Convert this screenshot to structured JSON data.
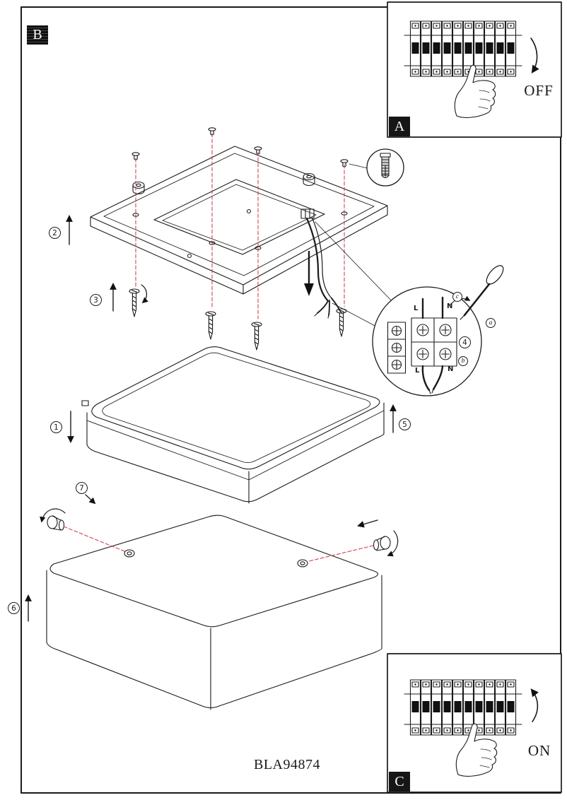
{
  "labels": {
    "b": "B",
    "a": "A",
    "c": "C"
  },
  "insets": {
    "off": "OFF",
    "on": "ON"
  },
  "model": "BLA94874",
  "steps": {
    "s1": "1",
    "s2": "2",
    "s3": "3",
    "s4": "4",
    "s5": "5",
    "s6": "6",
    "s7": "7"
  },
  "wiring": {
    "top_l": "L",
    "top_n": "N",
    "bottom_l": "L",
    "bottom_n": "N",
    "note_a": "a",
    "note_b": "b",
    "note_c": "c"
  },
  "colors": {
    "dashed-line": "#cc4455",
    "ink": "#1a1a1a",
    "paper": "#ffffff"
  }
}
